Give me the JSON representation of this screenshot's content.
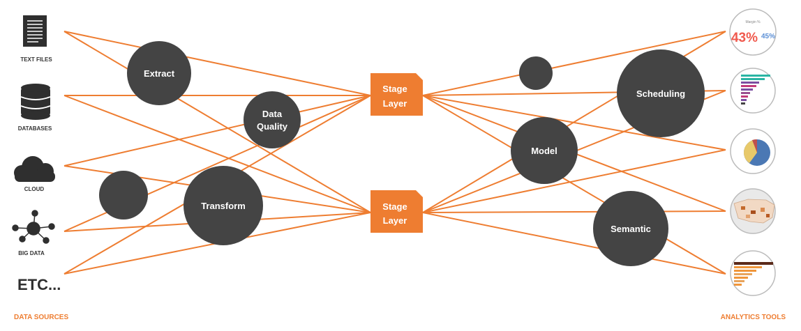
{
  "colors": {
    "line": "#ee7d31",
    "node": "#444444",
    "stage": "#ee7d31",
    "icon": "#2f2f2f",
    "footer": "#ee7d31"
  },
  "sources": [
    {
      "label": "TEXT FILES",
      "icon": "document-icon"
    },
    {
      "label": "DATABASES",
      "icon": "database-icon"
    },
    {
      "label": "CLOUD",
      "icon": "cloud-icon"
    },
    {
      "label": "BIG DATA",
      "icon": "network-icon"
    },
    {
      "label": "ETC...",
      "icon": ""
    }
  ],
  "stages": [
    {
      "line1": "Stage",
      "line2": "Layer"
    },
    {
      "line1": "Stage",
      "line2": "Layer"
    }
  ],
  "processes": {
    "extract": "Extract",
    "data_quality_1": "Data",
    "data_quality_2": "Quality",
    "transform": "Transform",
    "model": "Model",
    "scheduling": "Scheduling",
    "semantic": "Semantic"
  },
  "tools": [
    {
      "icon": "kpi-thumbnail-icon",
      "caption": "Margin %",
      "big": "43%",
      "small": "45%"
    },
    {
      "icon": "bar-chart-thumbnail-icon"
    },
    {
      "icon": "pie-chart-thumbnail-icon"
    },
    {
      "icon": "map-thumbnail-icon"
    },
    {
      "icon": "bar-list-thumbnail-icon"
    }
  ],
  "footer": {
    "left": "DATA SOURCES",
    "right": "ANALYTICS TOOLS"
  }
}
